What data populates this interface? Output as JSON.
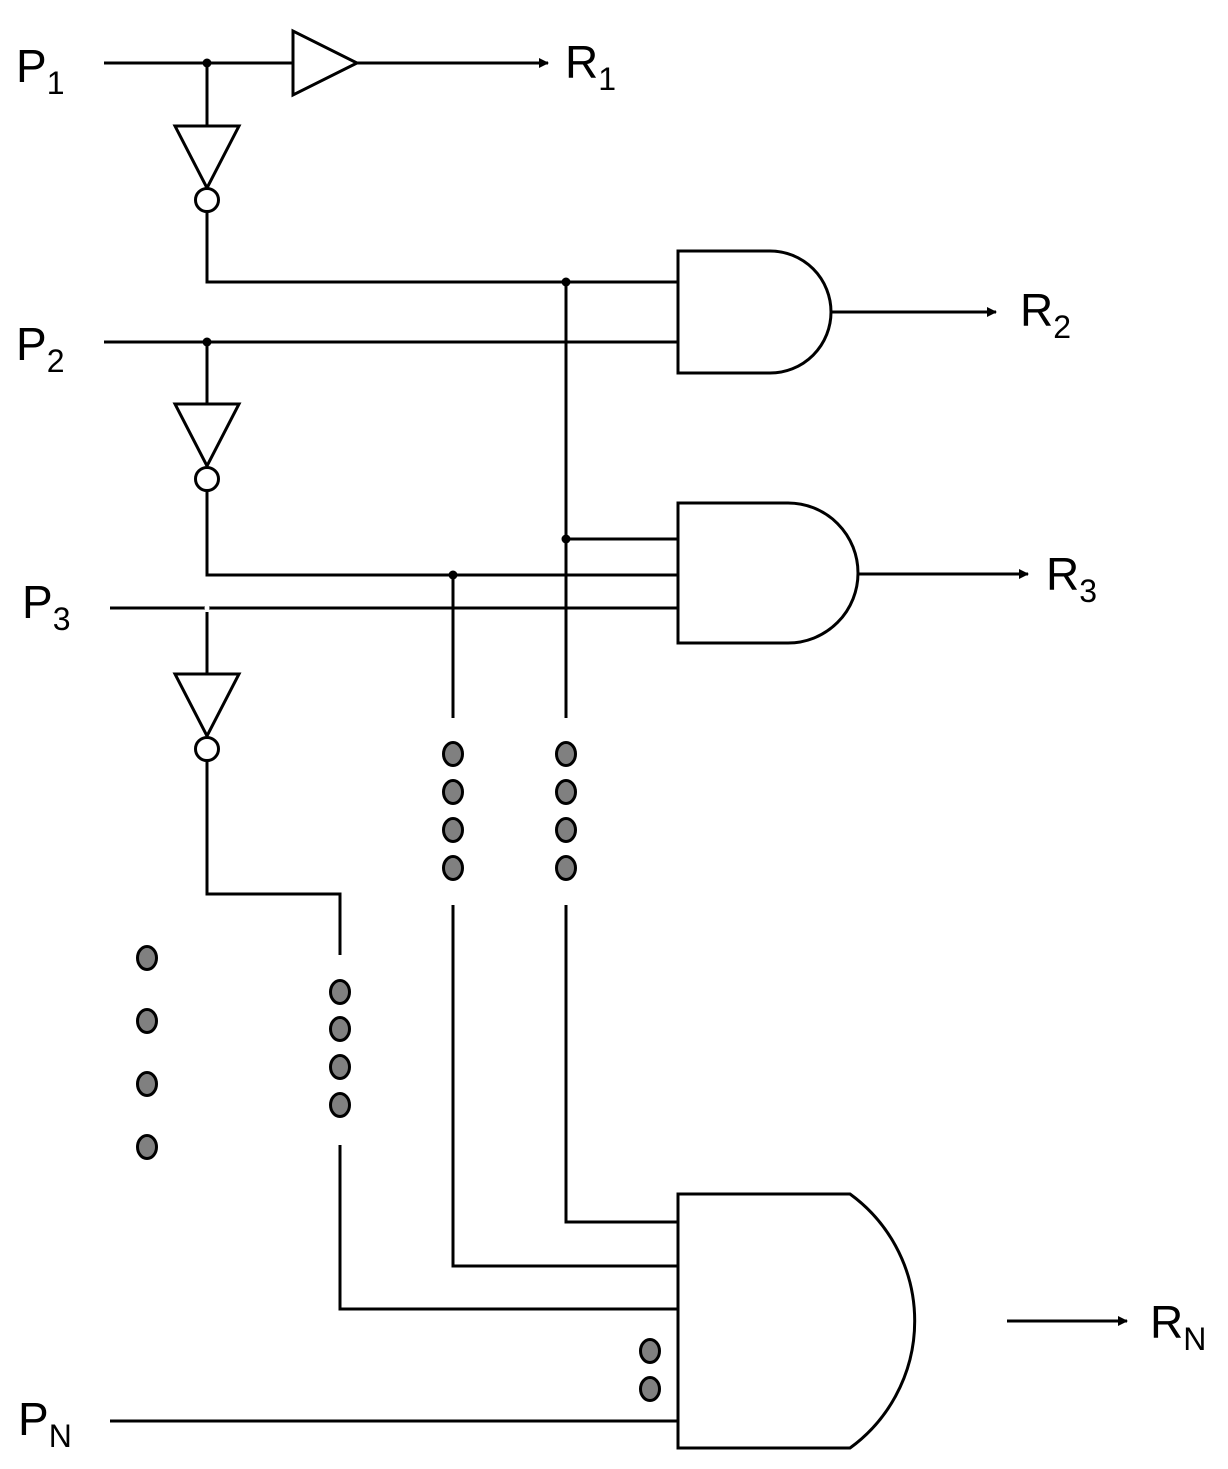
{
  "inputs": [
    {
      "main": "P",
      "sub": "1"
    },
    {
      "main": "P",
      "sub": "2"
    },
    {
      "main": "P",
      "sub": "3"
    },
    {
      "main": "P",
      "sub": "N"
    }
  ],
  "outputs": [
    {
      "main": "R",
      "sub": "1"
    },
    {
      "main": "R",
      "sub": "2"
    },
    {
      "main": "R",
      "sub": "3"
    },
    {
      "main": "R",
      "sub": "N"
    }
  ]
}
